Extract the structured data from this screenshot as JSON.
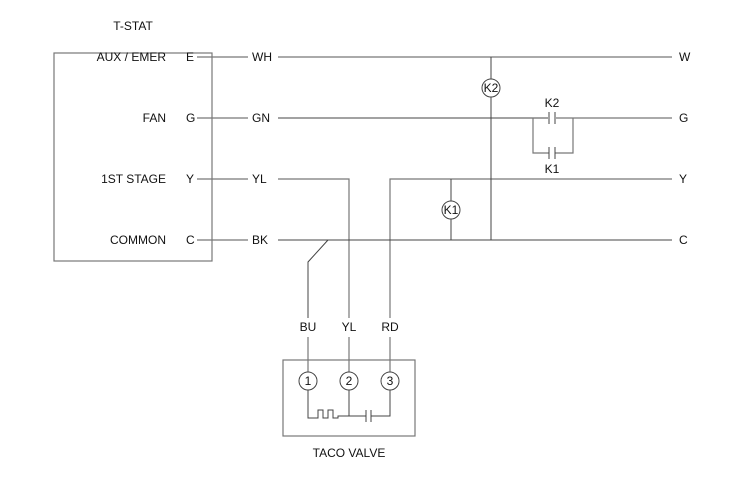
{
  "thermostat": {
    "title": "T-STAT",
    "terminals": [
      {
        "function": "AUX / EMER",
        "terminal": "E",
        "wire": "WH",
        "out": "W"
      },
      {
        "function": "FAN",
        "terminal": "G",
        "wire": "GN",
        "out": "G"
      },
      {
        "function": "1ST STAGE",
        "terminal": "Y",
        "wire": "YL",
        "out": "Y"
      },
      {
        "function": "COMMON",
        "terminal": "C",
        "wire": "BK",
        "out": "C"
      }
    ]
  },
  "relays": {
    "coil_k2": "K2",
    "coil_k1": "K1",
    "contact_k2": "K2",
    "contact_k1": "K1"
  },
  "valve": {
    "title": "TACO VALVE",
    "wires": [
      "BU",
      "YL",
      "RD"
    ],
    "terminals": [
      "1",
      "2",
      "3"
    ]
  },
  "colors": {
    "line": "#444444",
    "background": "#ffffff"
  }
}
